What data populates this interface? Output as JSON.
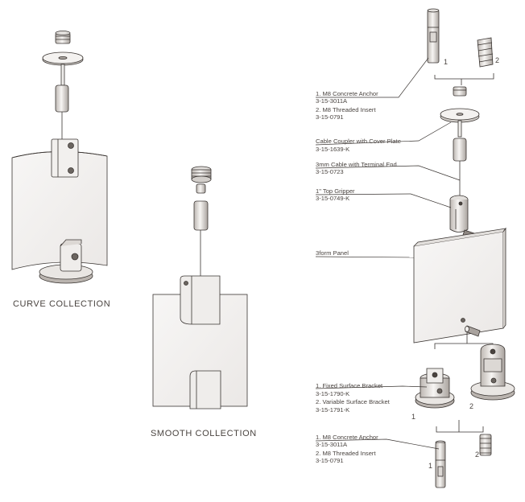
{
  "captions": {
    "curve": "CURVE COLLECTION",
    "smooth": "SMOOTH COLLECTION"
  },
  "callouts": {
    "anchor_top": {
      "line1": "1. M8 Concrete Anchor",
      "line2": "3-15-3011A",
      "line3": "2. M8 Threaded Insert",
      "line4": "3-15-0791"
    },
    "coupler": {
      "line1": "Cable Coupler with Cover Plate",
      "line2": "3-15-1639-K"
    },
    "cable": {
      "line1": "3mm Cable with Terminal End",
      "line2": "3-15-0723"
    },
    "gripper": {
      "line1": "1\" Top Gripper",
      "line2": "3-15-0749-K"
    },
    "panel": {
      "line1": "3form Panel"
    },
    "bracket": {
      "line1": "1. Fixed Surface Bracket",
      "line2": "3-15-1790-K",
      "line3": "2. Variable Surface Bracket",
      "line4": "3-15-1791-K"
    },
    "anchor_bottom": {
      "line1": "1. M8 Concrete Anchor",
      "line2": "3-15-3011A",
      "line3": "2. M8 Threaded Insert",
      "line4": "3-15-0791"
    }
  },
  "numbers": {
    "top_anchor": "1",
    "top_insert": "2",
    "fixed_bracket": "1",
    "variable_bracket": "2",
    "bottom_anchor": "1",
    "bottom_insert": "2"
  },
  "colors": {
    "line": "#3a3532",
    "text": "#4a4440",
    "fill_light": "#f4f2f0",
    "fill_mid": "#dcd8d4",
    "fill_dark": "#a9a39e"
  }
}
